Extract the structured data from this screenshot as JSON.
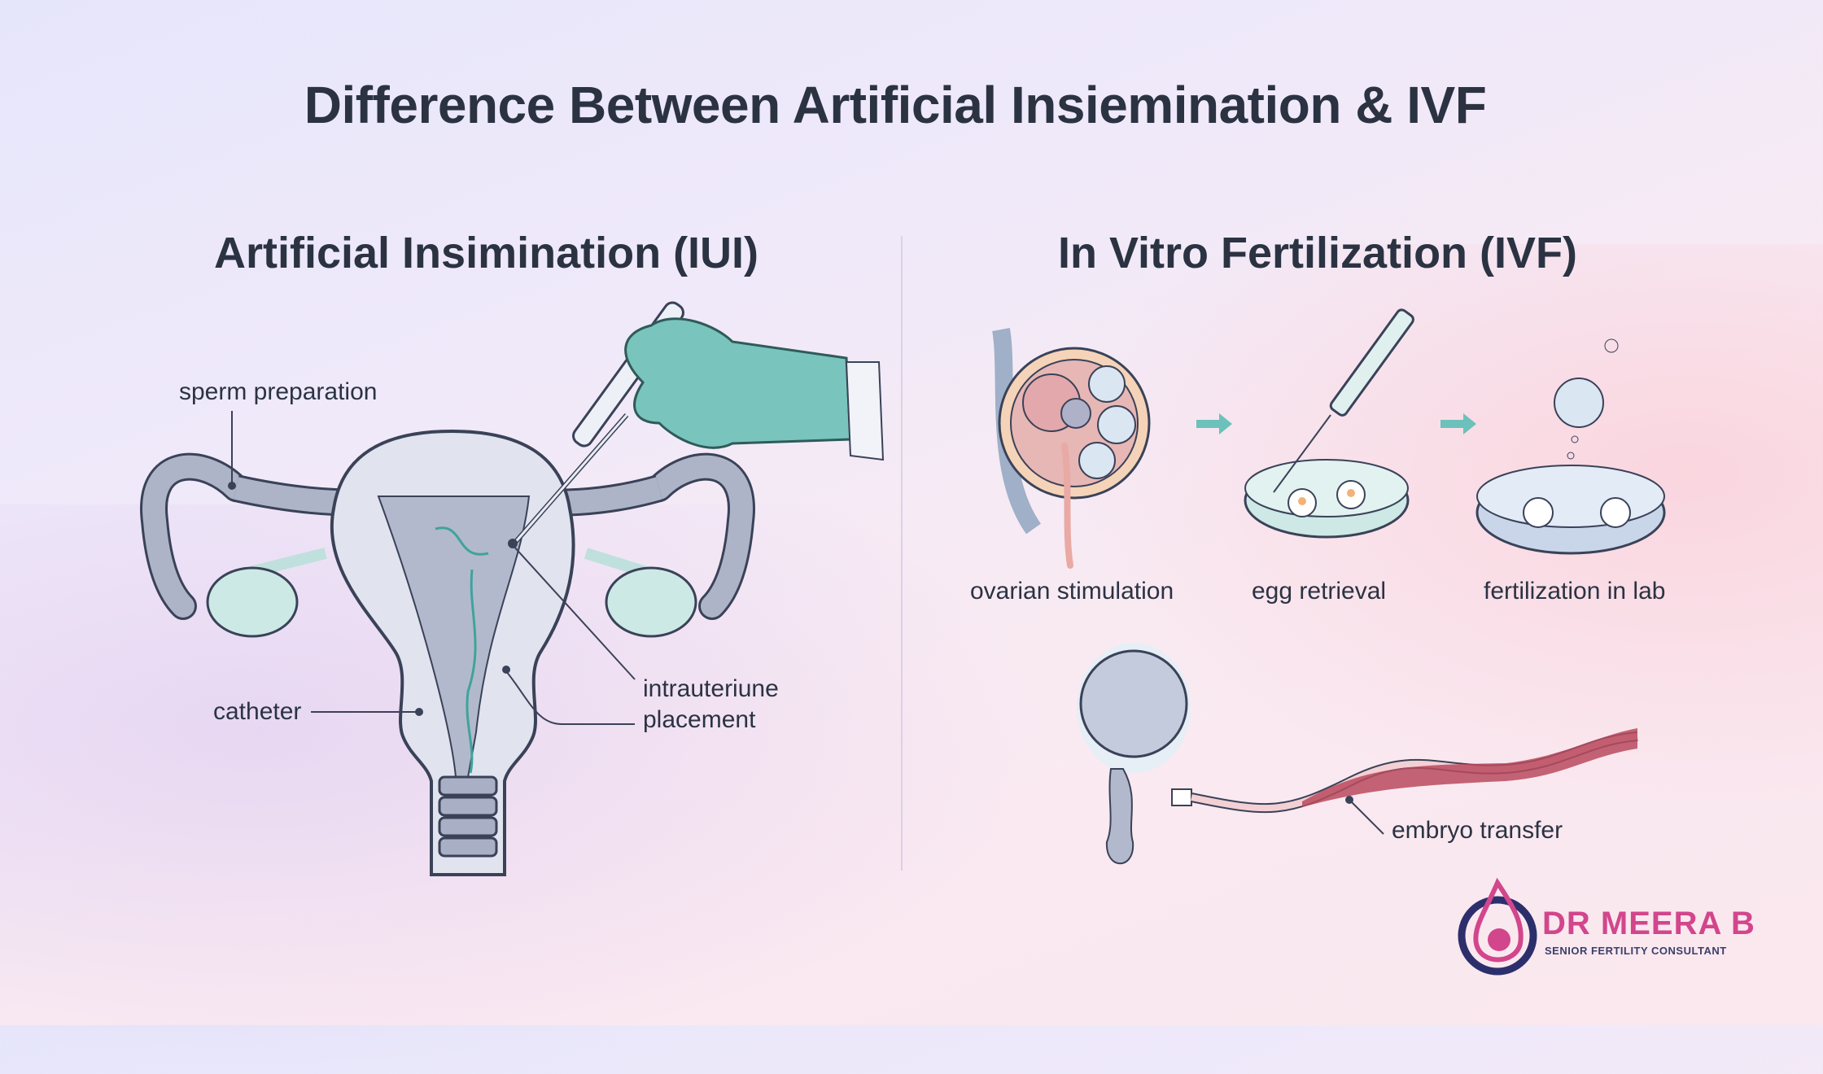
{
  "title": "Difference Between Artificial Insiemination & IVF",
  "iui": {
    "heading": "Artificial Insimination (IUI)",
    "labels": {
      "sperm_preparation": "sperm preparation",
      "catheter": "catheter",
      "intrauterine_line1": "intrauteriune",
      "intrauterine_line2": "placement"
    }
  },
  "ivf": {
    "heading": "In Vitro Fertilization (IVF)",
    "steps": [
      {
        "label": "ovarian stimulation"
      },
      {
        "label": "egg retrieval"
      },
      {
        "label": "fertilization in lab"
      }
    ],
    "transfer_label": "embryo transfer"
  },
  "logo": {
    "name": "DR MEERA B",
    "subtitle": "SENIOR FERTILITY CONSULTANT"
  },
  "colors": {
    "title": "#2b3343",
    "uterus_fill": "#dfe1ee",
    "uterus_stroke": "#3a4258",
    "glove": "#79c4bd",
    "arrow": "#6cc1bb",
    "logo_pink": "#d2468c",
    "logo_navy": "#2c2f6b"
  }
}
